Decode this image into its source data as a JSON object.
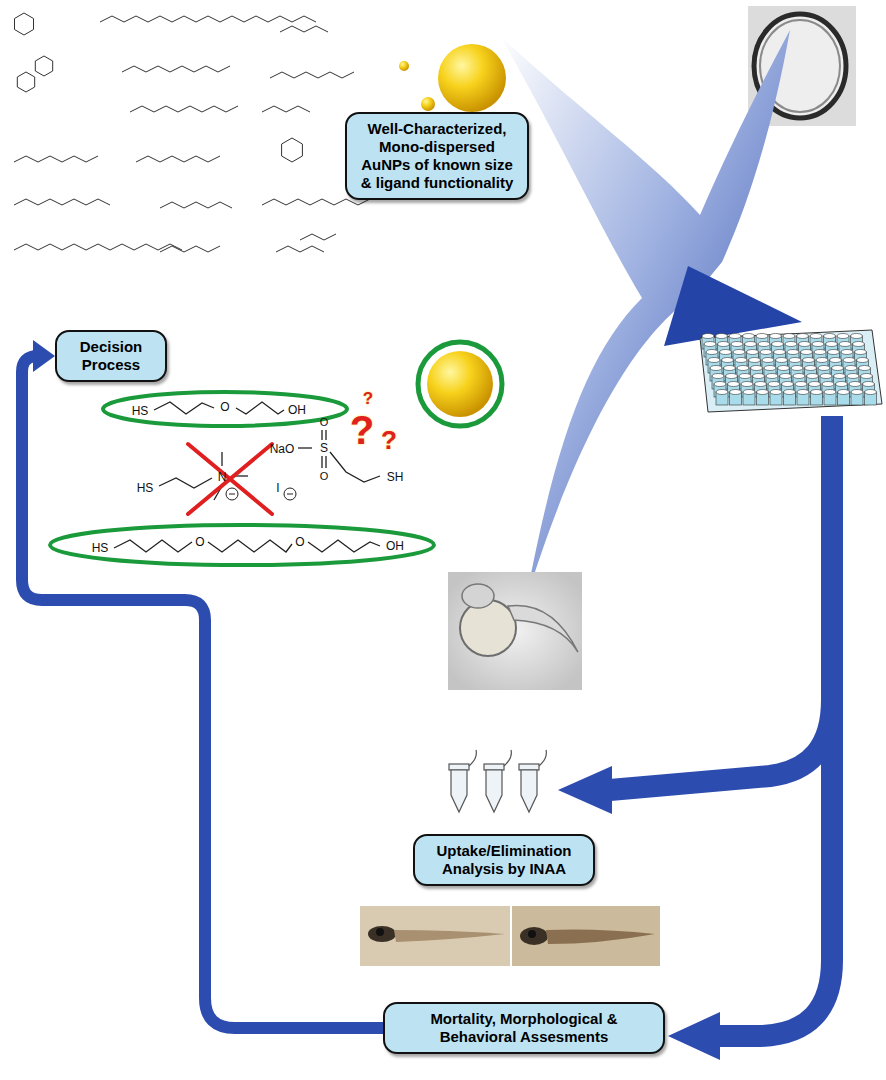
{
  "diagram": {
    "nodes": [
      {
        "text": [
          "Well-Characterized, Mono-dispersed AuNPs of known size & ligand functionality"
        ]
      },
      {
        "text": [
          "Decision Process"
        ]
      },
      {
        "text": [
          "Uptake/Elimination Analysis by INAA"
        ]
      },
      {
        "text": [
          "Mortality, Morphological & Behavioral Assesments"
        ]
      }
    ],
    "edges": [
      {
        "from": 3,
        "to": 1,
        "arrow": "to"
      }
    ],
    "labels": [
      "?",
      "?",
      "HS",
      "O",
      "OH",
      "HS",
      "N",
      "I",
      "?",
      "NaO",
      "S",
      "O",
      "O",
      "SH",
      "HS",
      "O",
      "O",
      "OH"
    ]
  }
}
